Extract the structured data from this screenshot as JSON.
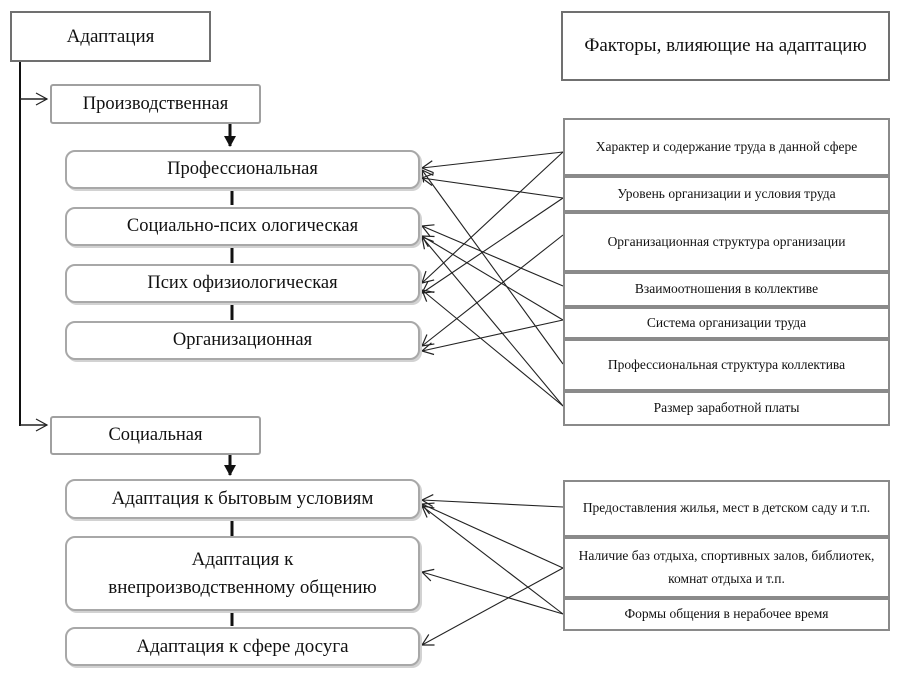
{
  "root": {
    "label": "Адаптация"
  },
  "factors_header": {
    "label": "Факторы, влияющие на адаптацию"
  },
  "production": {
    "label": "Производственная",
    "subtypes": [
      {
        "label": "Профессиональная"
      },
      {
        "label": "Социально-псих ологическая"
      },
      {
        "label": "Псих офизиологическая"
      },
      {
        "label": "Организационная"
      }
    ],
    "factors": [
      {
        "label": "Характер  и содержание  труда в данной сфере"
      },
      {
        "label": "Уровень организации  и условия труда"
      },
      {
        "label": "Организационная   структура организации"
      },
      {
        "label": "Взаимоотношения   в коллективе"
      },
      {
        "label": "Система  организации   труда"
      },
      {
        "label": "Профессиональная  структура коллектива"
      },
      {
        "label": "Размер  заработной  платы"
      }
    ]
  },
  "social": {
    "label": "Социальная",
    "subtypes": [
      {
        "label": "Адаптация к бытовым условиям"
      },
      {
        "label": "Адаптация к внепроизводственному общению"
      },
      {
        "label": "Адаптация к сфере досуга"
      }
    ],
    "factors": [
      {
        "label": "Предоставления  жилья, мест в детском саду и т.п."
      },
      {
        "label": "Наличие баз отдыха, спортивных залов, библиотек, комнат отдыха и т.п."
      },
      {
        "label": "Формы  общения  в нерабочее  время"
      }
    ]
  }
}
